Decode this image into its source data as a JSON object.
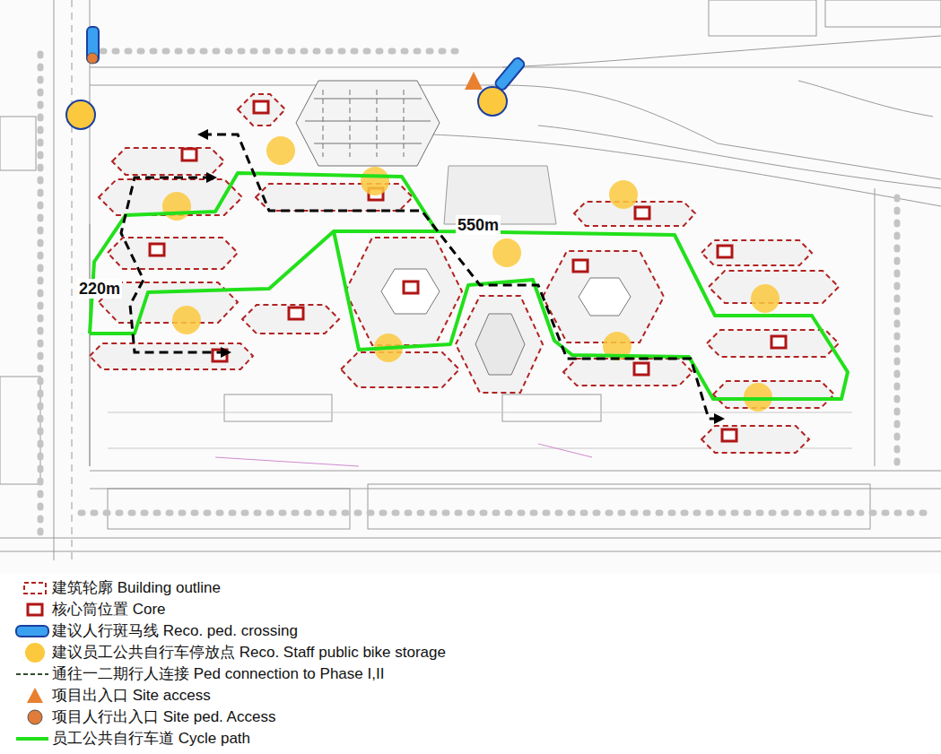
{
  "diagram": {
    "labels": [
      "550m",
      "220m"
    ],
    "legend": [
      {
        "text": "建筑轮廓 Building outline"
      },
      {
        "text": "核心筒位置 Core"
      },
      {
        "text": "建议人行斑马线 Reco. ped. crossing",
        "color": "#3aa0f0"
      },
      {
        "text": "建议员工公共自行车停放点 Reco. Staff public bike storage",
        "color": "#fcc93e"
      },
      {
        "text": "通往一二期行人连接 Ped connection to Phase I,II"
      },
      {
        "text": "项目出入口 Site access",
        "color": "#e8802f"
      },
      {
        "text": "项目人行出入口 Site ped. Access",
        "color": "#e07b39"
      },
      {
        "text": "员工公共自行车道 Cycle path"
      }
    ]
  }
}
